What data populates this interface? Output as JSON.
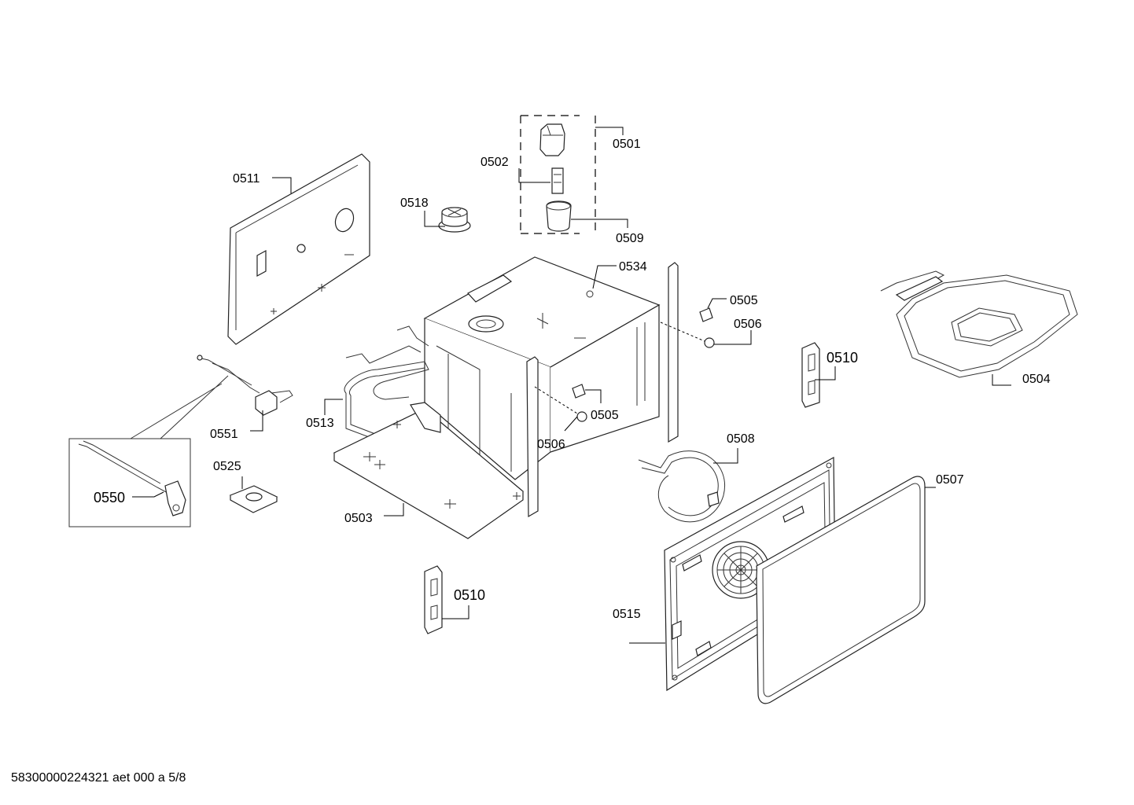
{
  "document": {
    "footer_text": "58300000224321 aet 000 a 5/8"
  },
  "labels": [
    {
      "id": "0501",
      "text": "0501"
    },
    {
      "id": "0502",
      "text": "0502"
    },
    {
      "id": "0509",
      "text": "0509"
    },
    {
      "id": "0511",
      "text": "0511"
    },
    {
      "id": "0518",
      "text": "0518"
    },
    {
      "id": "0534",
      "text": "0534"
    },
    {
      "id": "0505a",
      "text": "0505"
    },
    {
      "id": "0506a",
      "text": "0506"
    },
    {
      "id": "0510a",
      "text": "0510"
    },
    {
      "id": "0504",
      "text": "0504"
    },
    {
      "id": "0513",
      "text": "0513"
    },
    {
      "id": "0551",
      "text": "0551"
    },
    {
      "id": "0505b",
      "text": "0505"
    },
    {
      "id": "0506b",
      "text": "0506"
    },
    {
      "id": "0508",
      "text": "0508"
    },
    {
      "id": "0525",
      "text": "0525"
    },
    {
      "id": "0507",
      "text": "0507"
    },
    {
      "id": "0550",
      "text": "0550"
    },
    {
      "id": "0503",
      "text": "0503"
    },
    {
      "id": "0510b",
      "text": "0510"
    },
    {
      "id": "0515",
      "text": "0515"
    }
  ]
}
